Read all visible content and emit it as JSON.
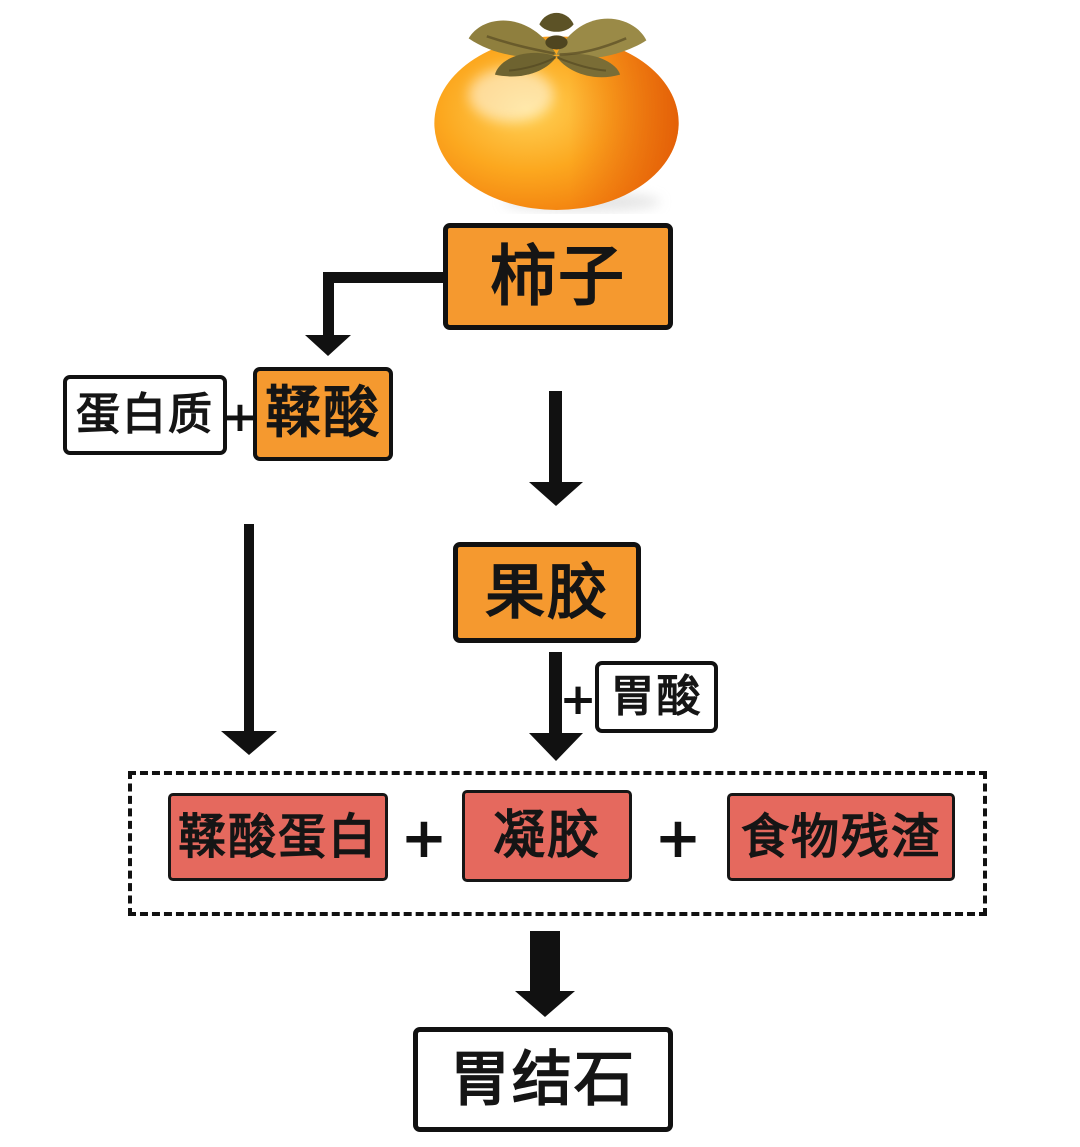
{
  "diagram": {
    "title_implicit": "柿子与胃结石形成流程",
    "nodes": {
      "persimmon": "柿子",
      "protein": "蛋白质",
      "tannic_acid": "鞣酸",
      "pectin": "果胶",
      "gastric_acid": "胃酸",
      "tannin_protein": "鞣酸蛋白",
      "gel": "凝胶",
      "food_residue": "食物残渣",
      "gastric_stone": "胃结石"
    },
    "operators": {
      "plus": "+"
    },
    "colors": {
      "node_orange": "#F5992F",
      "node_red": "#E5695E",
      "node_white": "#FFFFFF",
      "line_black": "#111111"
    },
    "icons": {
      "persimmon_photo": "persimmon-fruit-photo"
    }
  }
}
